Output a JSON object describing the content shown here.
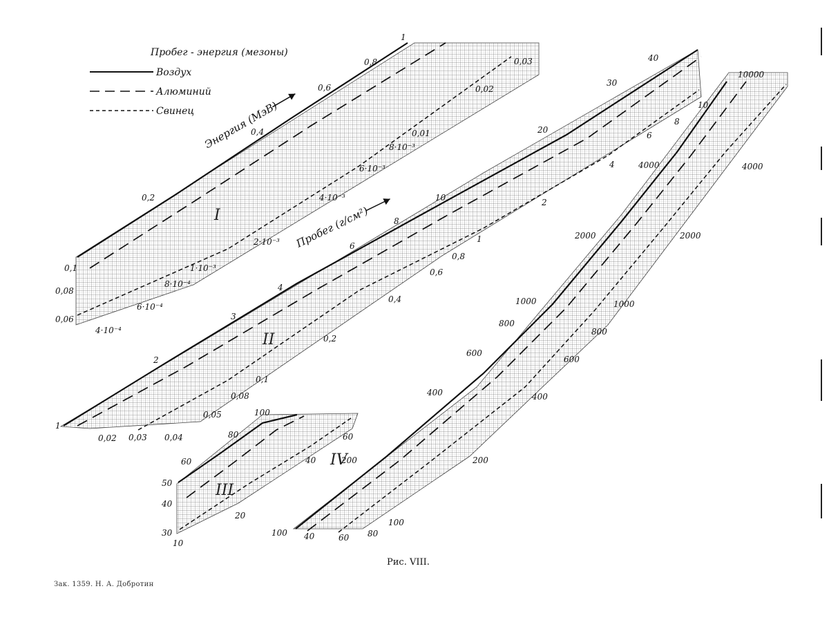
{
  "chart_data": {
    "type": "line",
    "title": "Пробег - энергия (мезоны)",
    "axis_energy_label": "Энергия (МэВ)",
    "axis_range_label": "Пробег (г/см²)",
    "legend": [
      "Воздух",
      "Алюминий",
      "Свинец"
    ],
    "panels": [
      {
        "name": "I",
        "energy_ticks": [
          "0,1",
          "0,2",
          "0,4",
          "0,6",
          "0,8",
          "1"
        ],
        "air_ticks": [
          "0,08",
          "0,06"
        ],
        "lead_ticks": [
          "4·10⁻⁴",
          "6·10⁻⁴",
          "8·10⁻⁴",
          "1·10⁻³",
          "2·10⁻³",
          "4·10⁻³",
          "6·10⁻³",
          "8·10⁻³",
          "0,01",
          "0,02",
          "0,03"
        ]
      },
      {
        "name": "II",
        "energy_ticks": [
          "1",
          "2",
          "3",
          "4",
          "6",
          "8",
          "10",
          "20",
          "30",
          "40"
        ],
        "range_ticks": [
          "0,02",
          "0,03",
          "0,04",
          "0,05",
          "0,08",
          "0,1",
          "0,2",
          "0,4",
          "0,6",
          "0,8",
          "1",
          "2",
          "4",
          "6",
          "8",
          "10"
        ]
      },
      {
        "name": "III",
        "energy_ticks": [
          "30",
          "40",
          "50",
          "60",
          "80",
          "100"
        ],
        "range_ticks": [
          "10",
          "20",
          "40",
          "60"
        ]
      },
      {
        "name": "IV",
        "energy_ticks": [
          "100",
          "200",
          "400",
          "600",
          "800",
          "1000",
          "2000",
          "4000",
          "10000"
        ],
        "range_ticks": [
          "40",
          "60",
          "80",
          "100",
          "200",
          "400",
          "600",
          "800",
          "1000",
          "2000",
          "4000"
        ]
      }
    ]
  },
  "caption": "Рис. VIII.",
  "footer": "Зак. 1359. Н. А. Добротин"
}
